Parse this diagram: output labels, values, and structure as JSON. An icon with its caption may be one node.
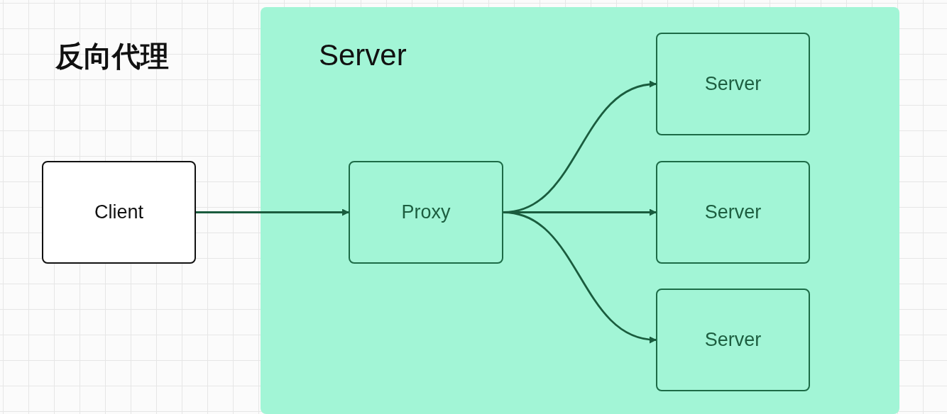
{
  "diagram": {
    "title": "反向代理",
    "nodes": [
      {
        "text": [
          "Server"
        ]
      },
      {
        "text": [
          "Client"
        ]
      },
      {
        "text": [
          "Proxy"
        ],
        "in": 0
      },
      {
        "text": [
          "Server"
        ],
        "in": 0
      },
      {
        "text": [
          "Server"
        ],
        "in": 0
      },
      {
        "text": [
          "Server"
        ],
        "in": 0
      }
    ],
    "edges": [
      {
        "from": 1,
        "to": 2,
        "arrow": "to"
      },
      {
        "from": 2,
        "to": 3,
        "arrow": "to"
      },
      {
        "from": 2,
        "to": 4,
        "arrow": "to"
      },
      {
        "from": 2,
        "to": 5,
        "arrow": "to"
      }
    ]
  }
}
